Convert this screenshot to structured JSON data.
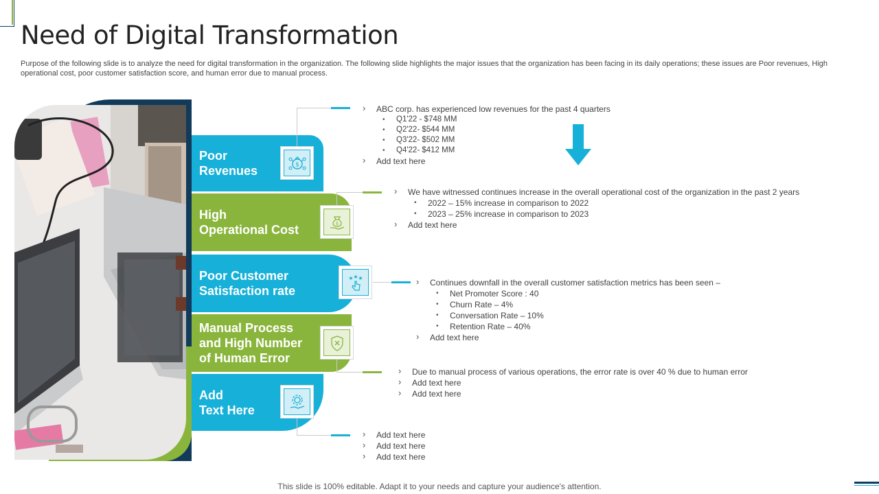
{
  "header": {
    "title": "Need of Digital Transformation",
    "subtitle": "Purpose of the following slide is to analyze the need for digital transformation in the organization. The following slide highlights the major issues that the organization has been facing in its daily operations; these issues are Poor revenues, High operational cost, poor customer satisfaction score, and human error due to manual process."
  },
  "colors": {
    "blue": "#16b0d8",
    "green": "#8ab53c",
    "navy": "#123a5a"
  },
  "sections": [
    {
      "label_lines": [
        "Poor",
        "Revenues"
      ],
      "icon": "money-bag-network-icon",
      "texts": {
        "main": "ABC corp. has experienced low revenues for the past 4 quarters",
        "subs": [
          "Q1'22 - $748 MM",
          "Q2'22- $544 MM",
          "Q3'22- $502 MM",
          "Q4'22- $412 MM"
        ],
        "extra": [
          "Add text here"
        ]
      }
    },
    {
      "label_lines": [
        "High",
        "Operational Cost"
      ],
      "icon": "money-hand-icon",
      "texts": {
        "main": "We have  witnessed continues increase in the overall  operational  cost of the organization  in the past 2 years",
        "subs": [
          "2022 – 15% increase in comparison to 2022",
          "2023 – 25% increase in comparison to 2023"
        ],
        "extra": [
          "Add text here"
        ]
      }
    },
    {
      "label_lines": [
        "Poor Customer",
        "Satisfaction rate"
      ],
      "icon": "rating-stars-hand-icon",
      "texts": {
        "main": "Continues downfall  in the overall  customer satisfaction metrics has been seen –",
        "subs": [
          "Net Promoter  Score : 40",
          "Churn Rate – 4%",
          "Conversation  Rate – 10%",
          "Retention Rate – 40%"
        ],
        "extra": [
          "Add text here"
        ]
      }
    },
    {
      "label_lines": [
        "Manual Process",
        "and High Number",
        "of Human Error"
      ],
      "icon": "shield-error-icon",
      "texts": {
        "main": "Due to manual process of various operations, the error rate is over  40 % due to human error",
        "subs": [],
        "extra": [
          "Add text here",
          "Add text here"
        ]
      }
    },
    {
      "label_lines": [
        "Add",
        "Text Here"
      ],
      "icon": "gear-hand-icon",
      "texts": {
        "main": "Add text here",
        "subs": [],
        "extra": [
          "Add text here",
          "Add text here"
        ]
      }
    }
  ],
  "footer": {
    "text": "This slide is 100% editable. Adapt it to your needs and capture your audience's attention."
  }
}
